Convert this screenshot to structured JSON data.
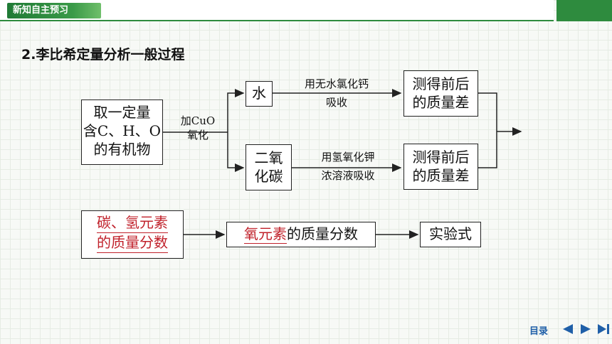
{
  "header": {
    "tab_label": "新知自主预习"
  },
  "section_title": "2.李比希定量分析一般过程",
  "flow": {
    "start_box": [
      "取一定量",
      "含C、H、O",
      "的有机物"
    ],
    "start_edge_label": [
      "加CuO",
      "氧化"
    ],
    "upper_product": "水",
    "upper_edge_label": [
      "用无水氯化钙",
      "吸收"
    ],
    "upper_result": [
      "测得前后",
      "的质量差"
    ],
    "lower_product": [
      "二氧",
      "化碳"
    ],
    "lower_edge_label": [
      "用氢氧化钾",
      "浓溶液吸收"
    ],
    "lower_result": [
      "测得前后",
      "的质量差"
    ]
  },
  "answer_row": {
    "mass_fraction_blank": [
      "碳、氢元素",
      "的质量分数"
    ],
    "oxygen_blank": "氧元素",
    "oxygen_suffix": "的质量分数",
    "result": "实验式"
  },
  "nav": {
    "toc_label": "目录",
    "icons": [
      "prev-icon",
      "next-icon",
      "last-icon"
    ],
    "accent_color": "#1f5fa8"
  },
  "colors": {
    "header_green": "#2e8b3e",
    "answer_red": "#c0202a"
  }
}
